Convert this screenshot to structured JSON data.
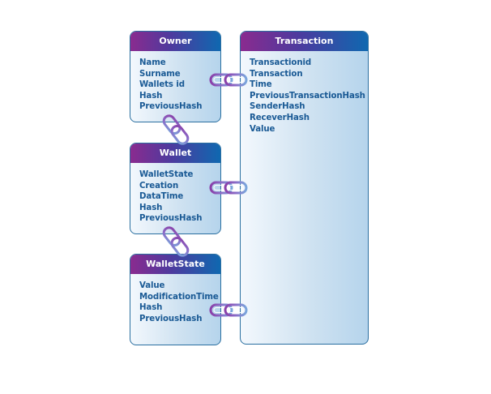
{
  "entities": {
    "owner": {
      "title": "Owner",
      "fields": [
        "Name",
        "Surname",
        "Wallets id",
        "Hash",
        "PreviousHash"
      ]
    },
    "wallet": {
      "title": "Wallet",
      "fields": [
        "WalletState",
        "Creation",
        "DataTime",
        "Hash",
        "PreviousHash"
      ]
    },
    "walletstate": {
      "title": "WalletState",
      "fields": [
        "Value",
        "ModificationTime",
        "Hash",
        "PreviousHash"
      ]
    },
    "transaction": {
      "title": "Transaction",
      "fields": [
        "Transactionid",
        "Transaction",
        "Time",
        "PreviousTransactionHash",
        "SenderHash",
        "ReceverHash",
        "Value"
      ]
    }
  },
  "links": [
    {
      "from": "owner",
      "to": "transaction",
      "icon": "chain-link-icon"
    },
    {
      "from": "wallet",
      "to": "transaction",
      "icon": "chain-link-icon"
    },
    {
      "from": "walletstate",
      "to": "transaction",
      "icon": "chain-link-icon"
    },
    {
      "from": "owner",
      "to": "wallet",
      "icon": "chain-link-icon"
    },
    {
      "from": "wallet",
      "to": "walletstate",
      "icon": "chain-link-icon"
    }
  ],
  "colors": {
    "header_start": "#8a2b8f",
    "header_end": "#0f68b0",
    "field_text": "#1a5a95",
    "border": "#2a6fa0",
    "link_purple": "#8a3fa8",
    "link_blue": "#7aa7dc"
  }
}
